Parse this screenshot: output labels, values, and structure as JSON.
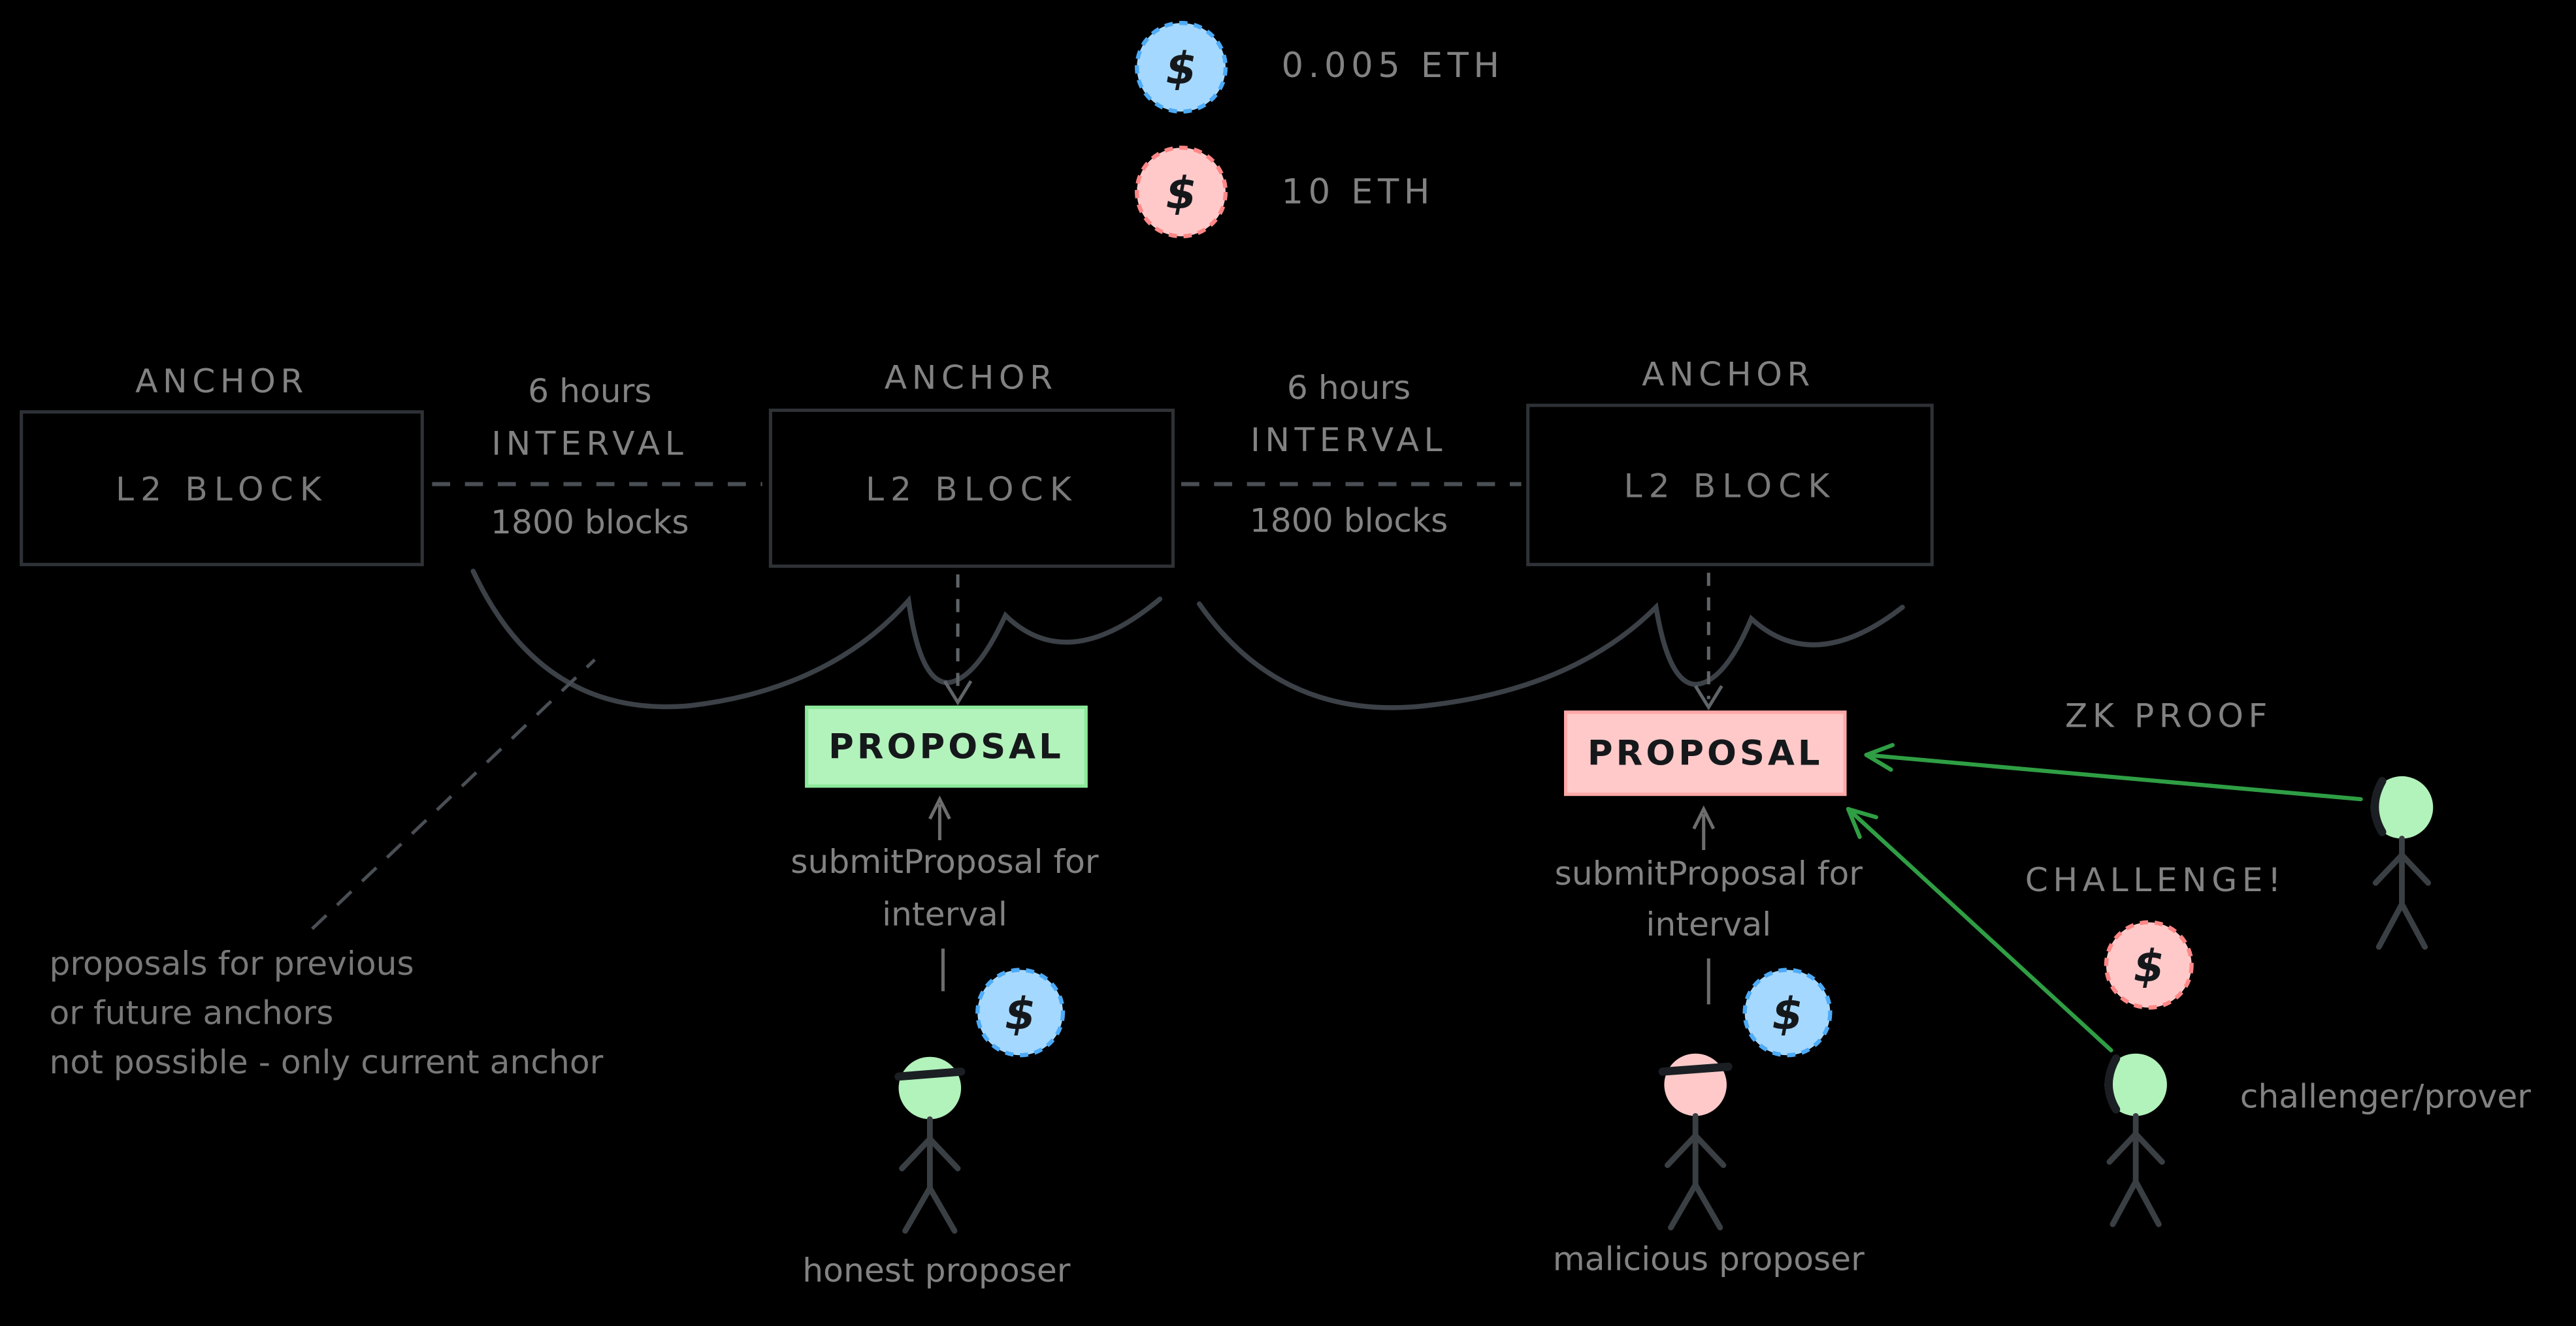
{
  "colors": {
    "background": "#000000",
    "text_muted": "#828282",
    "box_border": "#2e3237",
    "proposal_green": "#b2f2bb",
    "proposal_pink": "#ffc9c9",
    "coin_blue": "#a5d8ff",
    "coin_pink": "#ffc9c9",
    "arrow_green": "#2f9e44",
    "sketch_line": "#3c4147"
  },
  "legend": {
    "items": [
      {
        "symbol": "$",
        "label": "0.005 ETH",
        "coin_color": "#a5d8ff"
      },
      {
        "symbol": "$",
        "label": "10 ETH",
        "coin_color": "#ffc9c9"
      }
    ]
  },
  "anchors": [
    {
      "title": "ANCHOR",
      "block": "L2 BLOCK"
    },
    {
      "title": "ANCHOR",
      "block": "L2 BLOCK"
    },
    {
      "title": "ANCHOR",
      "block": "L2 BLOCK"
    }
  ],
  "intervals": [
    {
      "duration": "6 hours",
      "label": "INTERVAL",
      "blocks": "1800 blocks"
    },
    {
      "duration": "6 hours",
      "label": "INTERVAL",
      "blocks": "1800 blocks"
    }
  ],
  "proposals": [
    {
      "label": "PROPOSAL",
      "variant": "green",
      "submit_line1": "submitProposal for",
      "submit_line2": "interval"
    },
    {
      "label": "PROPOSAL",
      "variant": "pink",
      "submit_line1": "submitProposal for",
      "submit_line2": "interval"
    }
  ],
  "actors": {
    "honest": {
      "label": "honest proposer",
      "coin_symbol": "$"
    },
    "malicious": {
      "label": "malicious proposer",
      "coin_symbol": "$"
    },
    "challenger": {
      "label": "challenger/prover"
    }
  },
  "annotations": {
    "left_note_line1": "proposals for previous",
    "left_note_line2": "or future anchors",
    "left_note_line3": "not possible - only current anchor",
    "zk_proof": "ZK PROOF",
    "challenge": "CHALLENGE!",
    "challenge_coin_symbol": "$"
  }
}
